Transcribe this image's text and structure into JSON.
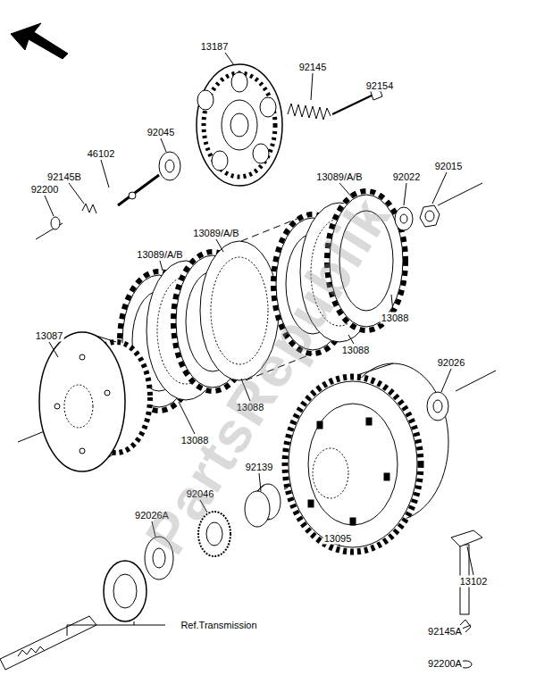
{
  "diagram": {
    "labels": [
      "13187",
      "92145",
      "92154",
      "92045",
      "46102",
      "92145B",
      "92200",
      "13089/A/B",
      "92022",
      "92015",
      "13089/A/B",
      "13089/A/B",
      "13087",
      "13088",
      "13088",
      "13088",
      "13088",
      "92026",
      "92046",
      "92139",
      "92026A",
      "13095",
      "Ref.Transmission",
      "13102",
      "92145A",
      "92200A",
      "PartsRepublik"
    ]
  }
}
